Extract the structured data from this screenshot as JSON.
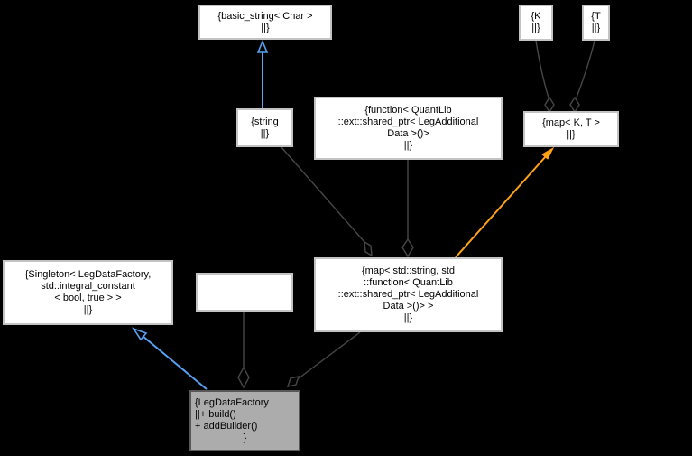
{
  "diagram": {
    "background_color": "#000000",
    "colors": {
      "inheritance_arrow": "#57a1f0",
      "template_instance_arrow": "#ffa216",
      "aggregation_line": "#474747",
      "node_fill": "#ffffff",
      "node_border": "#c3c3c3",
      "focus_node_fill": "#acacac",
      "focus_node_border": "#585858",
      "node_text": "#000000"
    },
    "nodes": {
      "basic_string": {
        "lines": [
          "{basic_string< Char >",
          "||}"
        ]
      },
      "k": {
        "lines": [
          "{K",
          "||}"
        ]
      },
      "t": {
        "lines": [
          "{T",
          "||}"
        ]
      },
      "string": {
        "lines": [
          "{string",
          "||}"
        ]
      },
      "function": {
        "lines": [
          "{function< QuantLib",
          "::ext::shared_ptr< LegAdditional",
          "Data >()>",
          "||}"
        ]
      },
      "map_kt": {
        "lines": [
          "{map< K, T >",
          "||}"
        ]
      },
      "singleton": {
        "lines": [
          "{Singleton< LegDataFactory,",
          "std::integral_constant",
          "< bool, true > >",
          "||}"
        ]
      },
      "map_center": {
        "lines": [
          "{map< std::string, std",
          "::function< QuantLib",
          "::ext::shared_ptr< LegAdditional",
          "Data >()> >",
          "||}"
        ]
      },
      "leg_data_factory": {
        "lines": [
          "{LegDataFactory",
          "||+ build()",
          "+ addBuilder()",
          "}"
        ]
      }
    },
    "edges": [
      {
        "from": "string",
        "to": "basic_string",
        "style": "blue-open-arrow-inheritance"
      },
      {
        "from": "k",
        "to": "map_kt",
        "style": "gray-open-diamond-aggregation"
      },
      {
        "from": "t",
        "to": "map_kt",
        "style": "gray-open-diamond-aggregation"
      },
      {
        "from": "map_center",
        "to": "map_kt",
        "style": "orange-solid-arrow-template-instance"
      },
      {
        "from": "string",
        "to": "map_center",
        "style": "gray-open-diamond-aggregation"
      },
      {
        "from": "function",
        "to": "map_center",
        "style": "gray-open-diamond-aggregation"
      },
      {
        "from": "leg_data_factory",
        "to": "singleton",
        "style": "blue-open-arrow-inheritance"
      },
      {
        "from": "shared_mutex",
        "to": "leg_data_factory",
        "style": "gray-open-diamond-aggregation"
      },
      {
        "from": "map_center",
        "to": "leg_data_factory",
        "style": "gray-open-diamond-aggregation"
      }
    ]
  }
}
